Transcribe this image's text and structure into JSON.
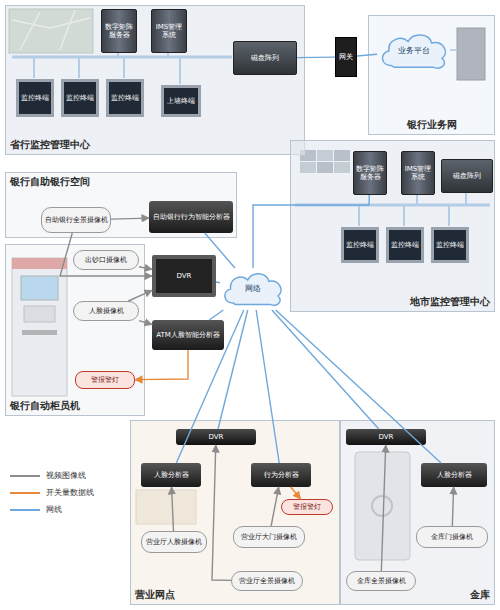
{
  "diagram": {
    "nodes": [
      {
        "text": [
          "省行监控管理中心"
        ]
      },
      {
        "text": [
          "数字矩阵服务器"
        ],
        "in": 0
      },
      {
        "text": [
          "IMS管理系统"
        ],
        "in": 0
      },
      {
        "text": [
          "磁盘阵列"
        ],
        "in": 0
      },
      {
        "text": [
          "监控终端"
        ],
        "in": 0
      },
      {
        "text": [
          "监控终端"
        ],
        "in": 0
      },
      {
        "text": [
          "监控终端"
        ],
        "in": 0
      },
      {
        "text": [
          "上墙终端"
        ],
        "in": 0
      },
      {
        "text": [
          "网关"
        ]
      },
      {
        "text": [
          "银行业务网"
        ]
      },
      {
        "text": [
          "业务平台"
        ],
        "in": 9
      },
      {
        "text": [
          "银行自助银行空间"
        ]
      },
      {
        "text": [
          "自助银行全景摄像机"
        ],
        "in": 11
      },
      {
        "text": [
          "自助银行行为智能分析器"
        ],
        "in": 11
      },
      {
        "text": [
          "银行自动柜员机"
        ]
      },
      {
        "text": [
          "出钞口摄像机"
        ],
        "in": 14
      },
      {
        "text": [
          "人脸摄像机"
        ],
        "in": 14
      },
      {
        "text": [
          "警报警灯"
        ],
        "in": 14
      },
      {
        "text": [
          "DVR"
        ]
      },
      {
        "text": [
          "ATM人脸智能分析器"
        ]
      },
      {
        "text": [
          "网络"
        ]
      },
      {
        "text": [
          "地市监控管理中心"
        ]
      },
      {
        "text": [
          "数字矩阵服务器"
        ],
        "in": 21
      },
      {
        "text": [
          "IMS管理系统"
        ],
        "in": 21
      },
      {
        "text": [
          "磁盘阵列"
        ],
        "in": 21
      },
      {
        "text": [
          "监控终端"
        ],
        "in": 21
      },
      {
        "text": [
          "监控终端"
        ],
        "in": 21
      },
      {
        "text": [
          "监控终端"
        ],
        "in": 21
      },
      {
        "text": [
          "营业网点"
        ]
      },
      {
        "text": [
          "DVR"
        ],
        "in": 28
      },
      {
        "text": [
          "人脸分析器"
        ],
        "in": 28
      },
      {
        "text": [
          "行为分析器"
        ],
        "in": 28
      },
      {
        "text": [
          "警报警灯"
        ],
        "in": 28
      },
      {
        "text": [
          "营业厅人脸摄像机"
        ],
        "in": 28
      },
      {
        "text": [
          "营业厅大门摄像机"
        ],
        "in": 28
      },
      {
        "text": [
          "营业厅全景摄像机"
        ],
        "in": 28
      },
      {
        "text": [
          "金库"
        ]
      },
      {
        "text": [
          "DVR"
        ],
        "in": 36
      },
      {
        "text": [
          "人脸分析器"
        ],
        "in": 36
      },
      {
        "text": [
          "金库门摄像机"
        ],
        "in": 36
      },
      {
        "text": [
          "金库全景摄像机"
        ],
        "in": 36
      }
    ],
    "edges": [
      {
        "from": 3,
        "to": 8,
        "arrow": "none"
      },
      {
        "from": 8,
        "to": 10,
        "arrow": "none"
      },
      {
        "from": 20,
        "to": 22,
        "arrow": "none"
      },
      {
        "from": 12,
        "to": 13,
        "arrow": "to"
      },
      {
        "from": 12,
        "to": 18,
        "arrow": "to"
      },
      {
        "from": 13,
        "to": 20,
        "arrow": "none"
      },
      {
        "from": 15,
        "to": 18,
        "arrow": "to"
      },
      {
        "from": 16,
        "to": 19,
        "arrow": "to"
      },
      {
        "from": 16,
        "to": 18,
        "arrow": "to"
      },
      {
        "from": 19,
        "to": 17,
        "arrow": "to"
      },
      {
        "from": 18,
        "to": 20,
        "arrow": "none"
      },
      {
        "from": 19,
        "to": 20,
        "arrow": "none"
      },
      {
        "from": 29,
        "to": 20,
        "arrow": "none"
      },
      {
        "from": 37,
        "to": 20,
        "arrow": "none"
      },
      {
        "from": 33,
        "to": 30,
        "arrow": "to"
      },
      {
        "from": 34,
        "to": 31,
        "arrow": "to"
      },
      {
        "from": 31,
        "to": 32,
        "arrow": "to"
      },
      {
        "from": 35,
        "to": 29,
        "arrow": "to"
      },
      {
        "from": 39,
        "to": 38,
        "arrow": "to"
      },
      {
        "from": 40,
        "to": 37,
        "arrow": "to"
      },
      {
        "from": 30,
        "to": 20,
        "arrow": "none"
      },
      {
        "from": 31,
        "to": 20,
        "arrow": "none"
      },
      {
        "from": 38,
        "to": 20,
        "arrow": "none"
      }
    ],
    "legend": [
      {
        "text": "视频图像线"
      },
      {
        "text": "开关量数据线"
      },
      {
        "text": "网线"
      }
    ]
  }
}
